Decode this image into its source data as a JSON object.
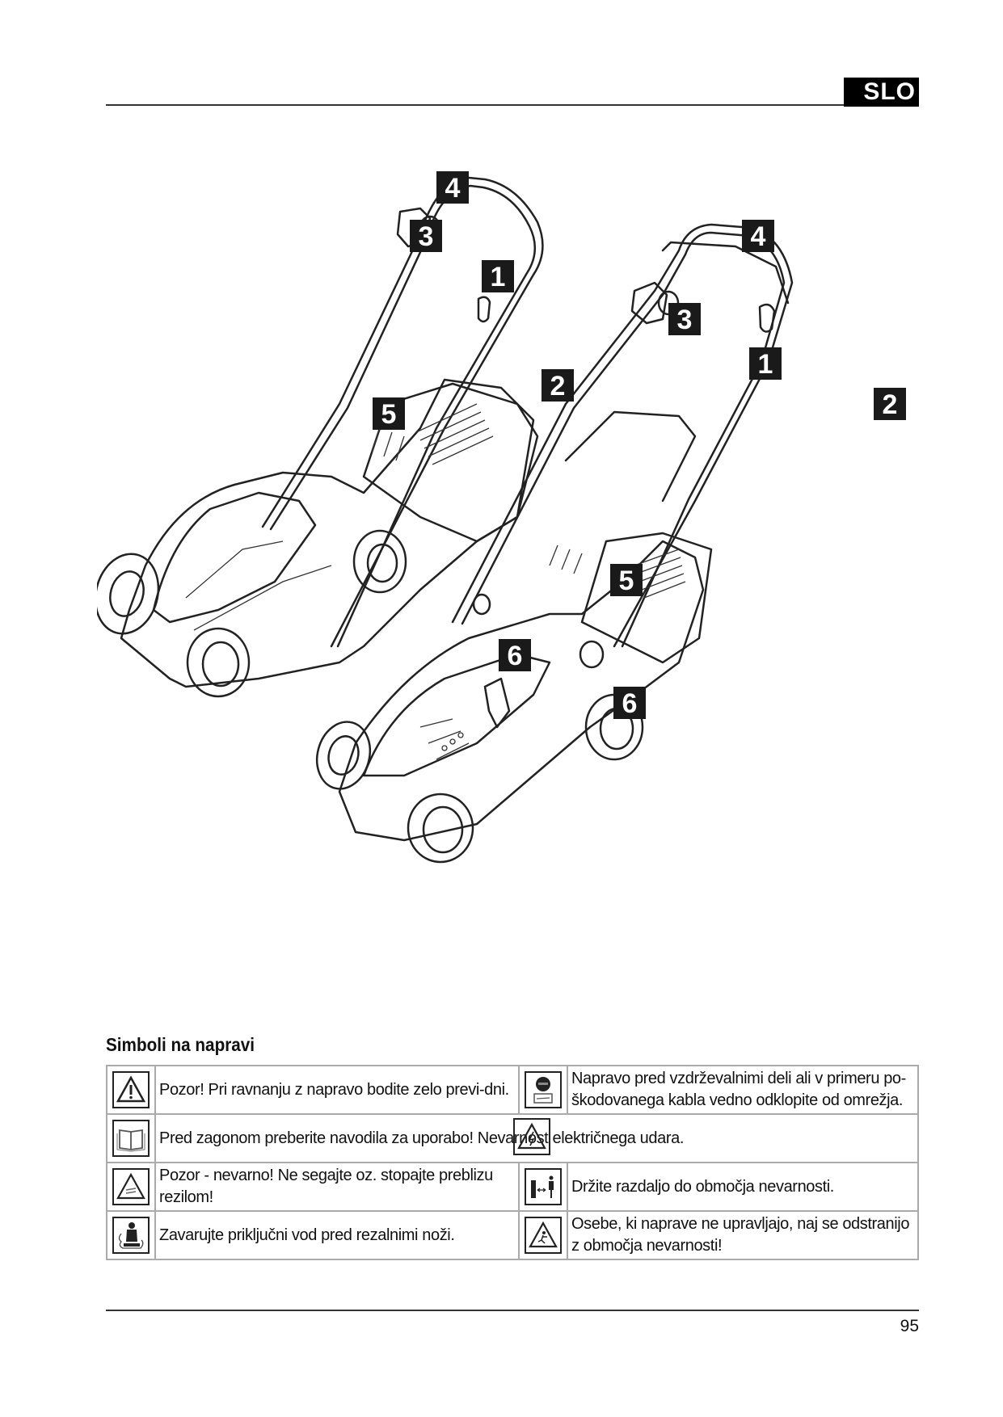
{
  "header": {
    "language_tag": "SLO"
  },
  "figure": {
    "left_mower": {
      "callouts": [
        "1",
        "2",
        "3",
        "4",
        "5"
      ]
    },
    "right_mower": {
      "callouts": [
        "1",
        "2",
        "3",
        "4",
        "5",
        "6",
        "6"
      ]
    }
  },
  "symbols_section": {
    "heading": "Simboli na napravi",
    "rows": [
      {
        "left": {
          "icon": "warning-triangle-icon",
          "text": "Pozor! Pri ravnanju z napravo bodite zelo previ-dni."
        },
        "right": {
          "icon": "unplug-icon",
          "text": "Napravo pred vzdrževalnimi deli ali v primeru po-škodovanega kabla vedno odklopite od omrežja."
        }
      },
      {
        "left": {
          "icon": "read-manual-icon",
          "text": "Pred zagonom preberite navodila za uporabo! Nevarnost električnega udara."
        },
        "right": {
          "icon": "electric-shock-warning-icon",
          "text": ""
        }
      },
      {
        "left": {
          "icon": "blade-hazard-icon",
          "text": "Pozor - nevarno! Ne segajte oz. stopajte preblizu rezilom!"
        },
        "right": {
          "icon": "keep-distance-icon",
          "text": "Držite razdaljo do območja nevarnosti."
        }
      },
      {
        "left": {
          "icon": "cable-protection-icon",
          "text": "Zavarujte priključni vod pred rezalnimi noži."
        },
        "right": {
          "icon": "bystanders-warning-icon",
          "text": "Osebe, ki naprave ne upravljajo, naj se odstranijo z območja nevarnosti!"
        }
      }
    ]
  },
  "footer": {
    "page_number": "95"
  }
}
